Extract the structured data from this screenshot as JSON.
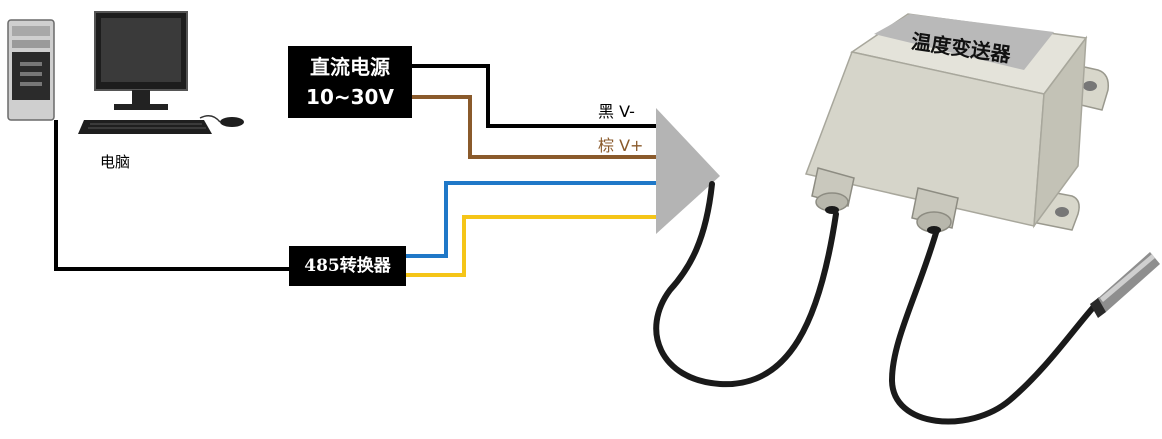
{
  "computer": {
    "label": "电脑",
    "icon": "desktop-computer-icon"
  },
  "power_supply": {
    "line1": "直流电源",
    "line2": "10~30V"
  },
  "converter": {
    "label": "485转换器"
  },
  "wires": {
    "black_label": "黑 V-",
    "brown_label": "棕 V+",
    "black_color": "#000000",
    "brown_color": "#8a5a2b",
    "blue_color": "#1f78c8",
    "yellow_color": "#f5c518"
  },
  "transmitter": {
    "label": "温度变送器",
    "icon": "temperature-transmitter-enclosure-icon"
  },
  "probe": {
    "icon": "temperature-probe-icon"
  }
}
